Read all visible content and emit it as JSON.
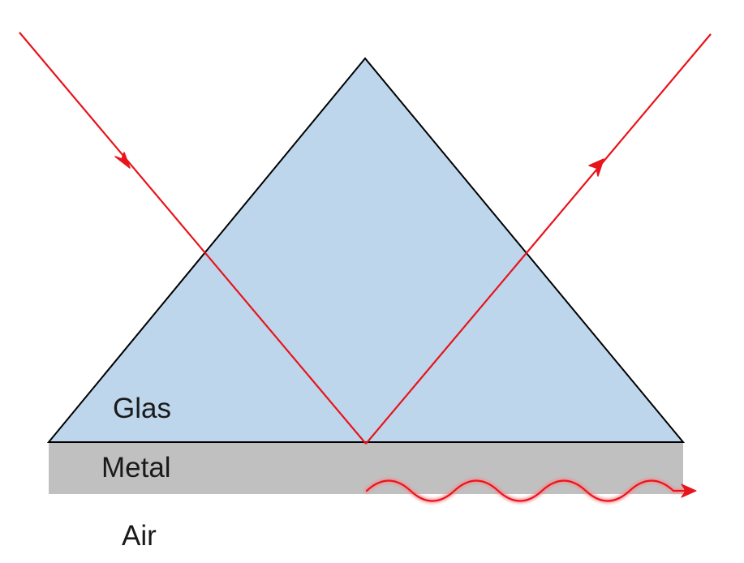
{
  "labels": {
    "glass": "Glas",
    "metal": "Metal",
    "air": "Air"
  },
  "colors": {
    "prism_fill": "#bdd6ec",
    "prism_stroke": "#000000",
    "metal_fill": "#c0c0c0",
    "ray": "#e8141b",
    "surface_wave": "#e8141b",
    "background": "#ffffff"
  }
}
